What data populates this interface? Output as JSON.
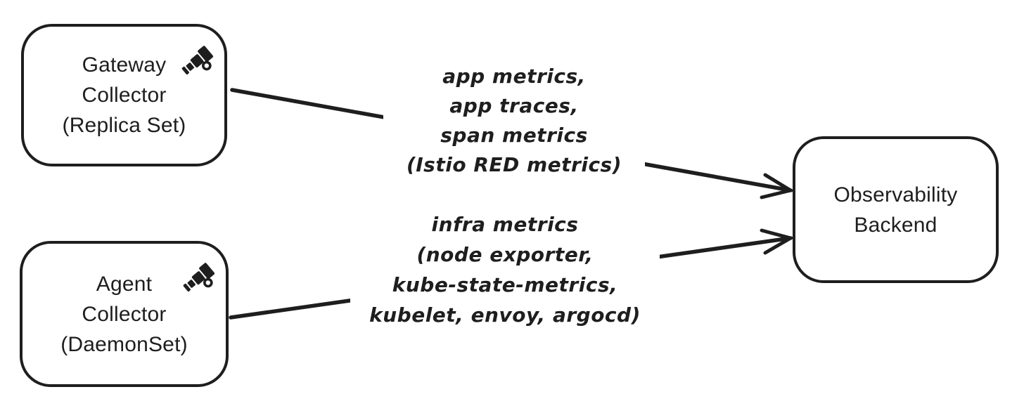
{
  "colors": {
    "stroke": "#1e1e1e",
    "canvas_background": "#ffffff",
    "edge_label_background": "#ffffff"
  },
  "nodes": {
    "gateway": {
      "lines": [
        "Gateway",
        "Collector",
        "(Replica Set)"
      ],
      "icon": "telescope-icon"
    },
    "agent": {
      "lines": [
        "Agent",
        "Collector",
        "(DaemonSet)"
      ],
      "icon": "telescope-icon"
    },
    "backend": {
      "lines": [
        "Observability",
        "Backend"
      ]
    }
  },
  "edges": {
    "gateway_to_backend": {
      "label_lines": [
        "app metrics,",
        "app traces,",
        "span metrics",
        "(Istio RED metrics)"
      ]
    },
    "agent_to_backend": {
      "label_lines": [
        "infra metrics",
        "(node exporter,",
        "kube-state-metrics,",
        "kubelet, envoy, argocd)"
      ]
    }
  }
}
